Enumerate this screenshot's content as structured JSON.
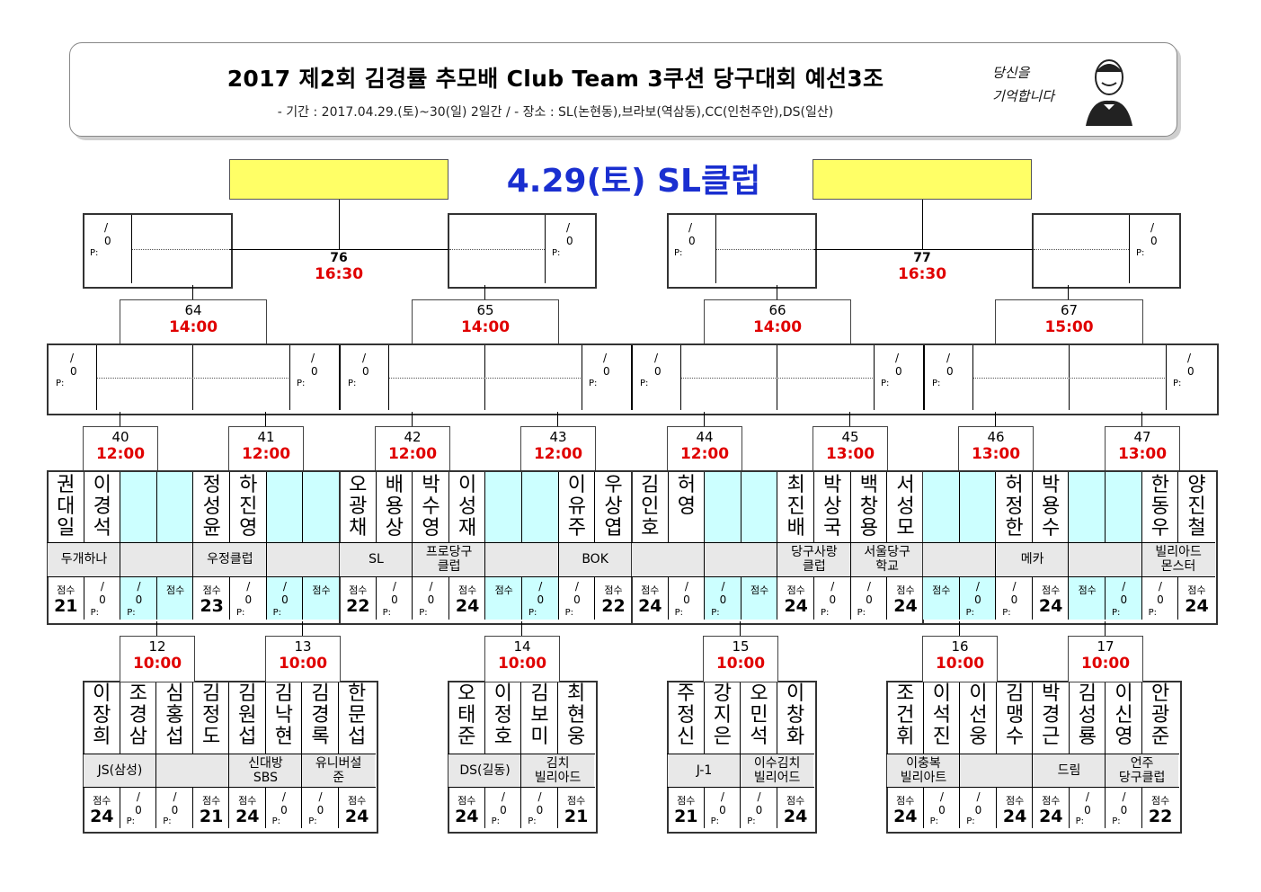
{
  "header": {
    "title": "2017 제2회 김경률 추모배 Club Team 3쿠션 당구대회 예선3조",
    "subtitle": "- 기간 : 2017.04.29.(토)~30(일) 2일간 / - 장소 : SL(논현동),브라보(역삼동),CC(인천주안),DS(일산)",
    "logo_text_1": "당신을",
    "logo_text_2": "기억합니다"
  },
  "venue": "4.29(토) SL클럽",
  "labels": {
    "slash": "/",
    "zero": "0",
    "p": "P:",
    "score": "점수"
  },
  "finals": [
    {
      "num": "76",
      "time": "16:30"
    },
    {
      "num": "77",
      "time": "16:30"
    }
  ],
  "semis": [
    {
      "num": "64",
      "time": "14:00"
    },
    {
      "num": "65",
      "time": "14:00"
    },
    {
      "num": "66",
      "time": "14:00"
    },
    {
      "num": "67",
      "time": "15:00"
    }
  ],
  "round2": [
    {
      "match": {
        "num": "40",
        "time": "12:00"
      },
      "names": [
        "권대일",
        "이경석",
        "",
        "",
        "정성윤",
        "하진영",
        "",
        ""
      ],
      "clubs": [
        "두개하나",
        "",
        "우정클럽",
        ""
      ],
      "scores": [
        {
          "t": "score",
          "v": "21"
        },
        {
          "t": "slash"
        },
        {
          "t": "slash"
        },
        {
          "t": "score",
          "v": ""
        },
        {
          "t": "score",
          "v": "23"
        },
        {
          "t": "slash"
        },
        {
          "t": "slash"
        },
        {
          "t": "score",
          "v": ""
        }
      ]
    },
    {
      "match": {
        "num": "41",
        "time": "12:00"
      },
      "names": [],
      "clubs": [],
      "scores": []
    },
    {
      "match": {
        "num": "42",
        "time": "12:00"
      },
      "names": [
        "오광채",
        "배용상",
        "박수영",
        "이성재",
        "",
        "",
        "이유주",
        "우상엽"
      ],
      "clubs": [
        "SL",
        "프로당구\n클럽",
        "",
        "BOK"
      ],
      "scores": [
        {
          "t": "score",
          "v": "22"
        },
        {
          "t": "slash"
        },
        {
          "t": "slash"
        },
        {
          "t": "score",
          "v": "24"
        },
        {
          "t": "score",
          "v": ""
        },
        {
          "t": "slash"
        },
        {
          "t": "slash"
        },
        {
          "t": "score",
          "v": "22"
        }
      ]
    },
    {
      "match": {
        "num": "43",
        "time": "12:00"
      },
      "names": [],
      "clubs": [],
      "scores": []
    },
    {
      "match": {
        "num": "44",
        "time": "12:00"
      },
      "names": [
        "김인호",
        "허영",
        "",
        "",
        "최진배",
        "박상국",
        "백창용",
        "서성모"
      ],
      "clubs": [
        "",
        "",
        "당구사랑\n클럽",
        "서울당구\n학교"
      ],
      "scores": [
        {
          "t": "score",
          "v": "24"
        },
        {
          "t": "slash"
        },
        {
          "t": "slash"
        },
        {
          "t": "score",
          "v": ""
        },
        {
          "t": "score",
          "v": "24"
        },
        {
          "t": "slash"
        },
        {
          "t": "slash"
        },
        {
          "t": "score",
          "v": "24"
        }
      ]
    },
    {
      "match": {
        "num": "45",
        "time": "13:00"
      },
      "names": [],
      "clubs": [],
      "scores": []
    },
    {
      "match": {
        "num": "46",
        "time": "13:00"
      },
      "names": [
        "",
        "",
        "허정한",
        "박용수",
        "",
        "",
        "한동우",
        "양진철"
      ],
      "clubs": [
        "",
        "메카",
        "",
        "빌리아드\n몬스터"
      ],
      "scores": [
        {
          "t": "score",
          "v": ""
        },
        {
          "t": "slash"
        },
        {
          "t": "slash"
        },
        {
          "t": "score",
          "v": "24"
        },
        {
          "t": "score",
          "v": ""
        },
        {
          "t": "slash"
        },
        {
          "t": "slash"
        },
        {
          "t": "score",
          "v": "24"
        }
      ]
    },
    {
      "match": {
        "num": "47",
        "time": "13:00"
      },
      "names": [],
      "clubs": [],
      "scores": []
    }
  ],
  "round1": [
    {
      "match": {
        "num": "12",
        "time": "10:00"
      },
      "names": [
        "이장희",
        "조경삼",
        "심홍섭",
        "김정도"
      ],
      "clubs": [
        "JS(삼성)",
        ""
      ],
      "scores": [
        "24",
        "21"
      ]
    },
    {
      "match": {
        "num": "13",
        "time": "10:00"
      },
      "names": [
        "김원섭",
        "김낙현",
        "김경록",
        "한문섭"
      ],
      "clubs": [
        "신대방\nSBS",
        "유니버설\n준"
      ],
      "scores": [
        "24",
        "24"
      ]
    },
    {
      "match": {
        "num": "14",
        "time": "10:00"
      },
      "names": [
        "오태준",
        "이정호",
        "김보미",
        "최현웅"
      ],
      "clubs": [
        "DS(길동)",
        "김치\n빌리아드"
      ],
      "scores": [
        "24",
        "21"
      ]
    },
    {
      "match": {
        "num": "15",
        "time": "10:00"
      },
      "names": [
        "주정신",
        "강지은",
        "오민석",
        "이창화"
      ],
      "clubs": [
        "J-1",
        "이수김치\n빌리어드"
      ],
      "scores": [
        "21",
        "24"
      ]
    },
    {
      "match": {
        "num": "16",
        "time": "10:00"
      },
      "names": [
        "조건휘",
        "이석진",
        "이선웅",
        "김맹수"
      ],
      "clubs": [
        "이충복\n빌리아트",
        ""
      ],
      "scores": [
        "24",
        "24"
      ]
    },
    {
      "match": {
        "num": "17",
        "time": "10:00"
      },
      "names": [
        "박경근",
        "김성룡",
        "이신영",
        "안광준"
      ],
      "clubs": [
        "드림",
        "언주\n당구클럽"
      ],
      "scores": [
        "24",
        "22"
      ]
    }
  ],
  "colors": {
    "cyan": "#ccffff",
    "yellow": "#ffff66",
    "red": "#e00000",
    "blue": "#1a2fd0",
    "club_bg": "#e8e8e8"
  }
}
